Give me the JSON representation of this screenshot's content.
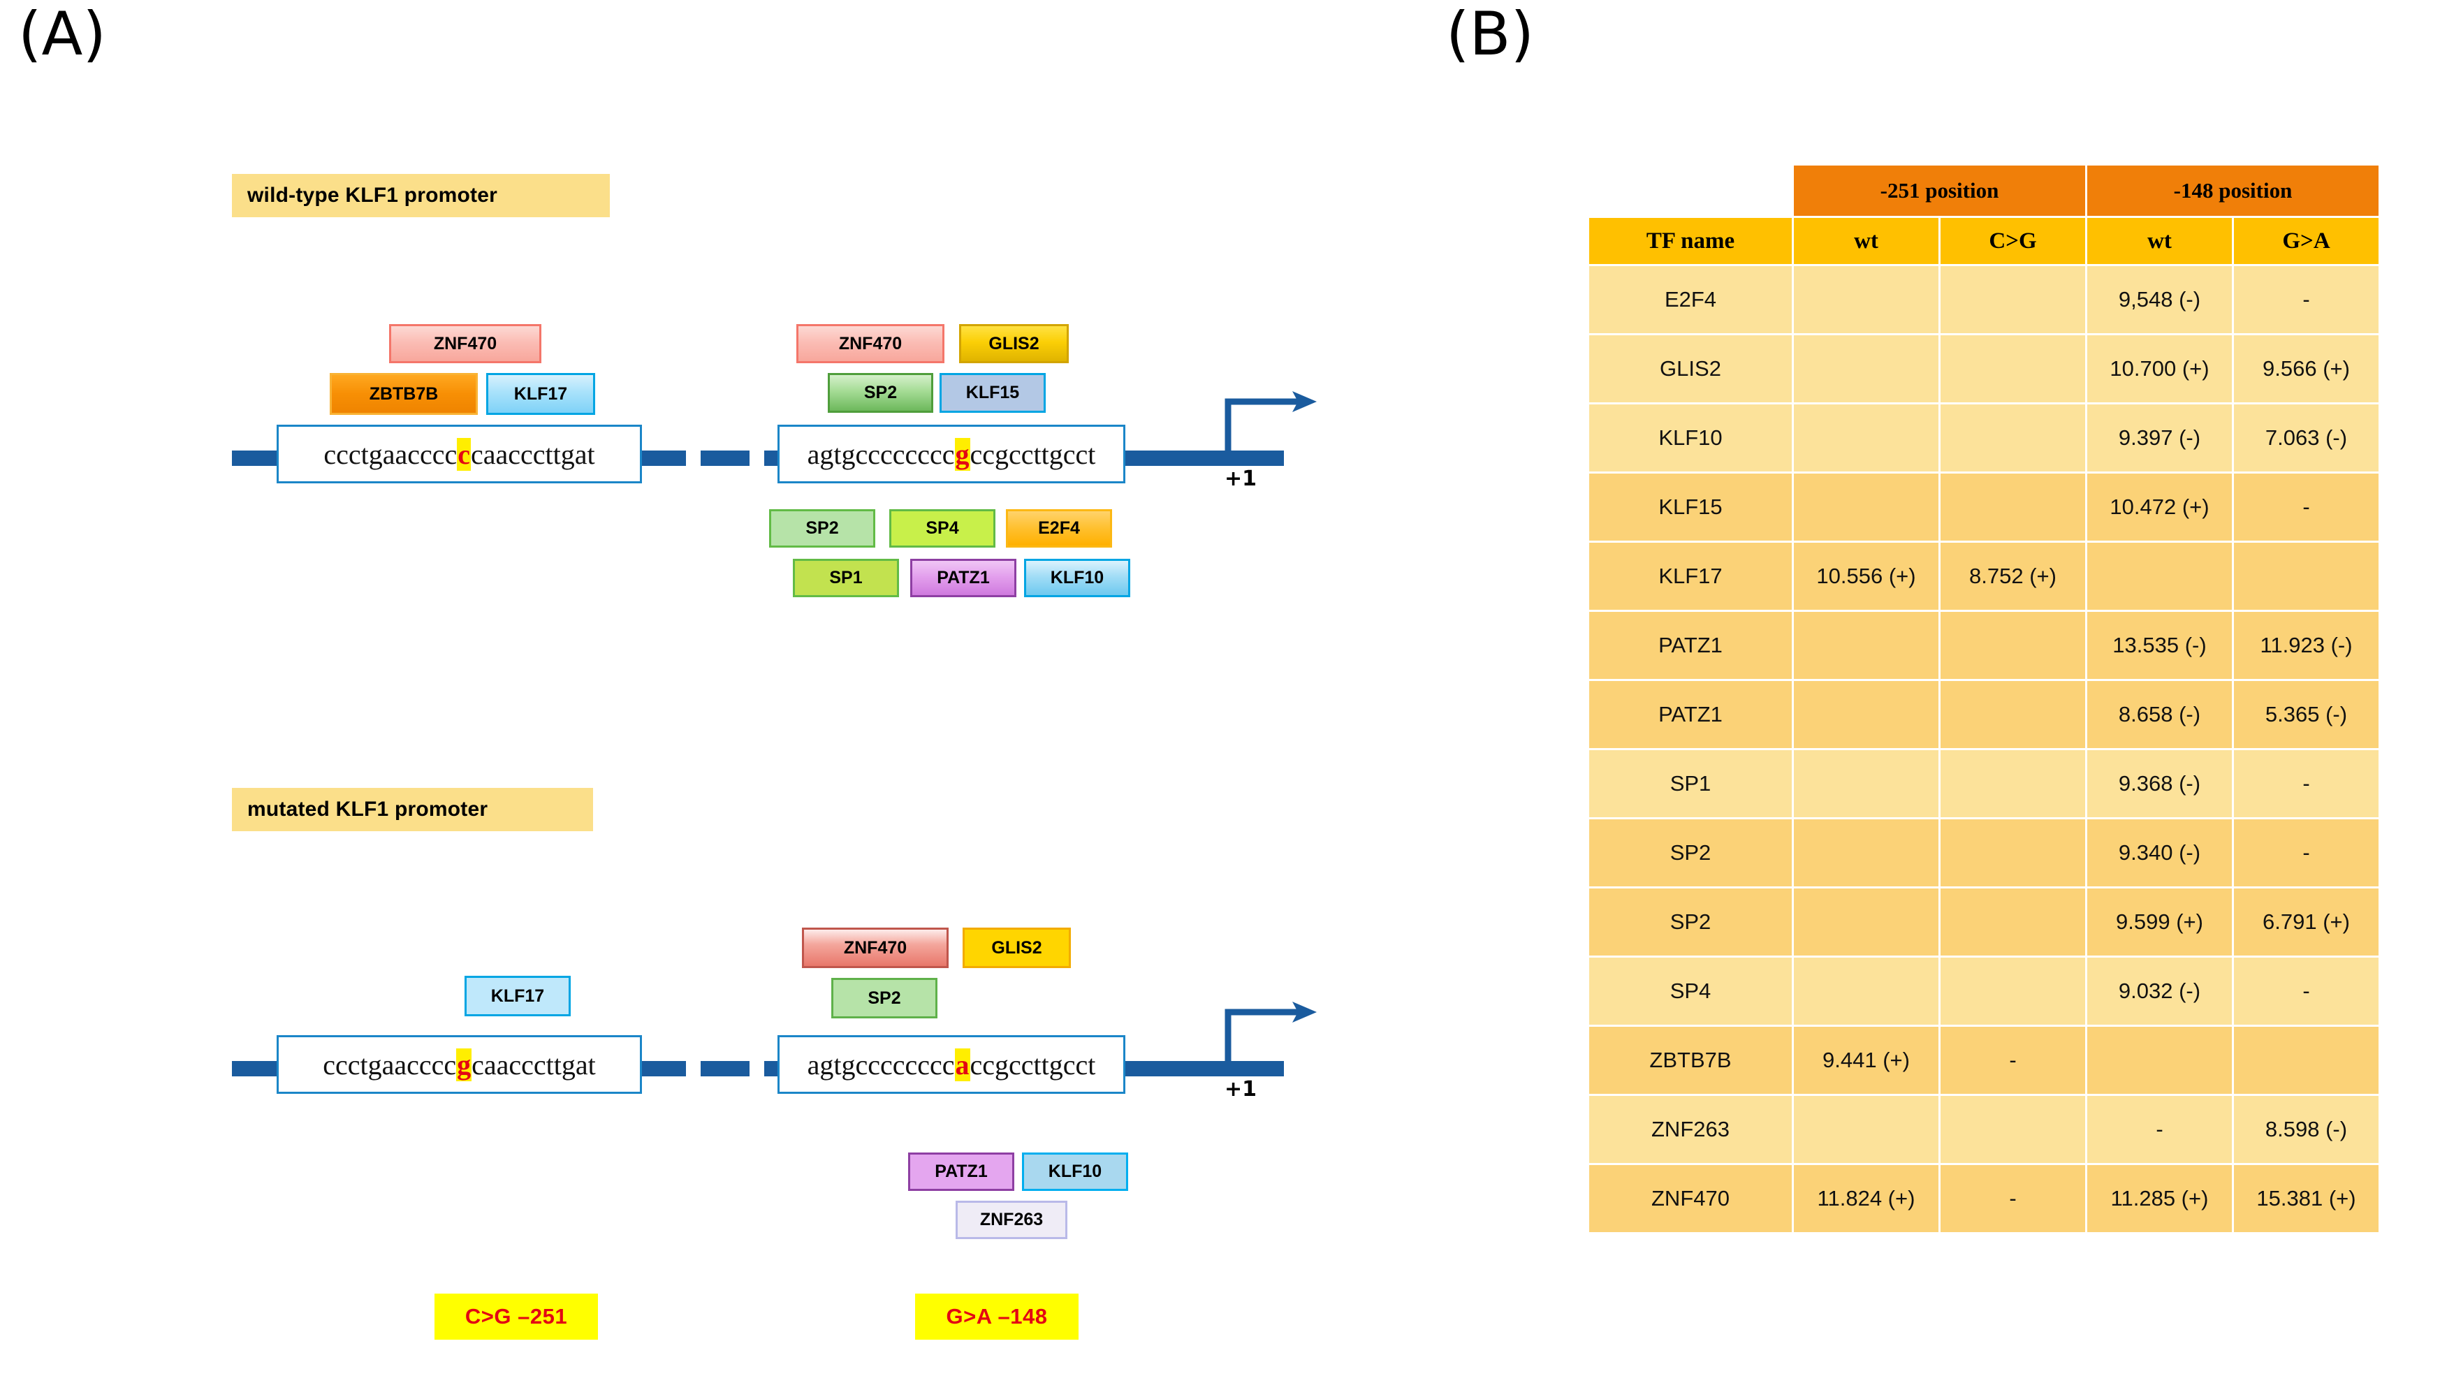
{
  "panels": {
    "a_label": "(A)",
    "b_label": "(B)"
  },
  "panel_a": {
    "wildtype": {
      "title": "wild-type KLF1 promoter",
      "left_sequence": {
        "prefix": "ccctgaacccc",
        "highlight": "c",
        "suffix": "caacccttgat"
      },
      "right_sequence": {
        "prefix": "agtgcccccccc",
        "highlight": "g",
        "suffix": "ccgccttgcct"
      },
      "tss_label": "+1",
      "left_tfs_above": [
        {
          "label": "ZNF470"
        },
        {
          "label": "ZBTB7B"
        },
        {
          "label": "KLF17"
        }
      ],
      "right_tfs_above": [
        {
          "label": "ZNF470"
        },
        {
          "label": "GLIS2"
        },
        {
          "label": "SP2"
        },
        {
          "label": "KLF15"
        }
      ],
      "right_tfs_below": [
        {
          "label": "SP2"
        },
        {
          "label": "SP4"
        },
        {
          "label": "E2F4"
        },
        {
          "label": "SP1"
        },
        {
          "label": "PATZ1"
        },
        {
          "label": "KLF10"
        }
      ]
    },
    "mutated": {
      "title": "mutated KLF1 promoter",
      "left_sequence": {
        "prefix": "ccctgaacccc",
        "highlight": "g",
        "suffix": "caacccttgat"
      },
      "right_sequence": {
        "prefix": "agtgcccccccc",
        "highlight": "a",
        "suffix": "ccgccttgcct"
      },
      "tss_label": "+1",
      "left_tfs_above": [
        {
          "label": "KLF17"
        }
      ],
      "right_tfs_above": [
        {
          "label": "ZNF470"
        },
        {
          "label": "GLIS2"
        },
        {
          "label": "SP2"
        }
      ],
      "right_tfs_below": [
        {
          "label": "PATZ1"
        },
        {
          "label": "KLF10"
        },
        {
          "label": "ZNF263"
        }
      ]
    },
    "mutation_tags": [
      {
        "label": "C>G  –251"
      },
      {
        "label": "G>A  –148"
      }
    ]
  },
  "panel_b": {
    "table": {
      "group_headers": [
        "",
        "-251 position",
        "-148 position"
      ],
      "columns": [
        "TF name",
        "wt",
        "C>G",
        "wt",
        "G>A"
      ],
      "rows": [
        {
          "name": "E2F4",
          "wt_251": "",
          "cg_251": "",
          "wt_148": "9,548 (-)",
          "ga_148": "-"
        },
        {
          "name": "GLIS2",
          "wt_251": "",
          "cg_251": "",
          "wt_148": "10.700 (+)",
          "ga_148": "9.566 (+)"
        },
        {
          "name": "KLF10",
          "wt_251": "",
          "cg_251": "",
          "wt_148": "9.397 (-)",
          "ga_148": "7.063 (-)"
        },
        {
          "name": "KLF15",
          "wt_251": "",
          "cg_251": "",
          "wt_148": "10.472 (+)",
          "ga_148": "-"
        },
        {
          "name": "KLF17",
          "wt_251": "10.556 (+)",
          "cg_251": "8.752 (+)",
          "wt_148": "",
          "ga_148": ""
        },
        {
          "name": "PATZ1",
          "wt_251": "",
          "cg_251": "",
          "wt_148": "13.535 (-)",
          "ga_148": "11.923 (-)"
        },
        {
          "name": "PATZ1",
          "wt_251": "",
          "cg_251": "",
          "wt_148": "8.658 (-)",
          "ga_148": "5.365 (-)"
        },
        {
          "name": "SP1",
          "wt_251": "",
          "cg_251": "",
          "wt_148": "9.368 (-)",
          "ga_148": "-"
        },
        {
          "name": "SP2",
          "wt_251": "",
          "cg_251": "",
          "wt_148": "9.340 (-)",
          "ga_148": "-"
        },
        {
          "name": "SP2",
          "wt_251": "",
          "cg_251": "",
          "wt_148": "9.599 (+)",
          "ga_148": "6.791 (+)"
        },
        {
          "name": "SP4",
          "wt_251": "",
          "cg_251": "",
          "wt_148": "9.032 (-)",
          "ga_148": "-"
        },
        {
          "name": "ZBTB7B",
          "wt_251": "9.441 (+)",
          "cg_251": "-",
          "wt_148": "",
          "ga_148": ""
        },
        {
          "name": "ZNF263",
          "wt_251": "",
          "cg_251": "",
          "wt_148": "-",
          "ga_148": "8.598 (-)"
        },
        {
          "name": "ZNF470",
          "wt_251": "11.824 (+)",
          "cg_251": "-",
          "wt_148": "11.285 (+)",
          "ga_148": "15.381 (+)"
        }
      ]
    }
  },
  "colors": {
    "dna_backbone": "#1a5b9e",
    "seq_box_border": "#1b86c8",
    "highlight_bg": "#ffff00",
    "highlight_text": "#e30613",
    "promoter_title_bg": "#fbdf8a",
    "table_group_header": "#f07f09",
    "table_sub_header": "#ffc000",
    "table_row_light": "#fce29a",
    "table_row_dark": "#fbd277",
    "mutation_tag_bg": "#ffff00",
    "mutation_tag_text": "#e30613"
  }
}
